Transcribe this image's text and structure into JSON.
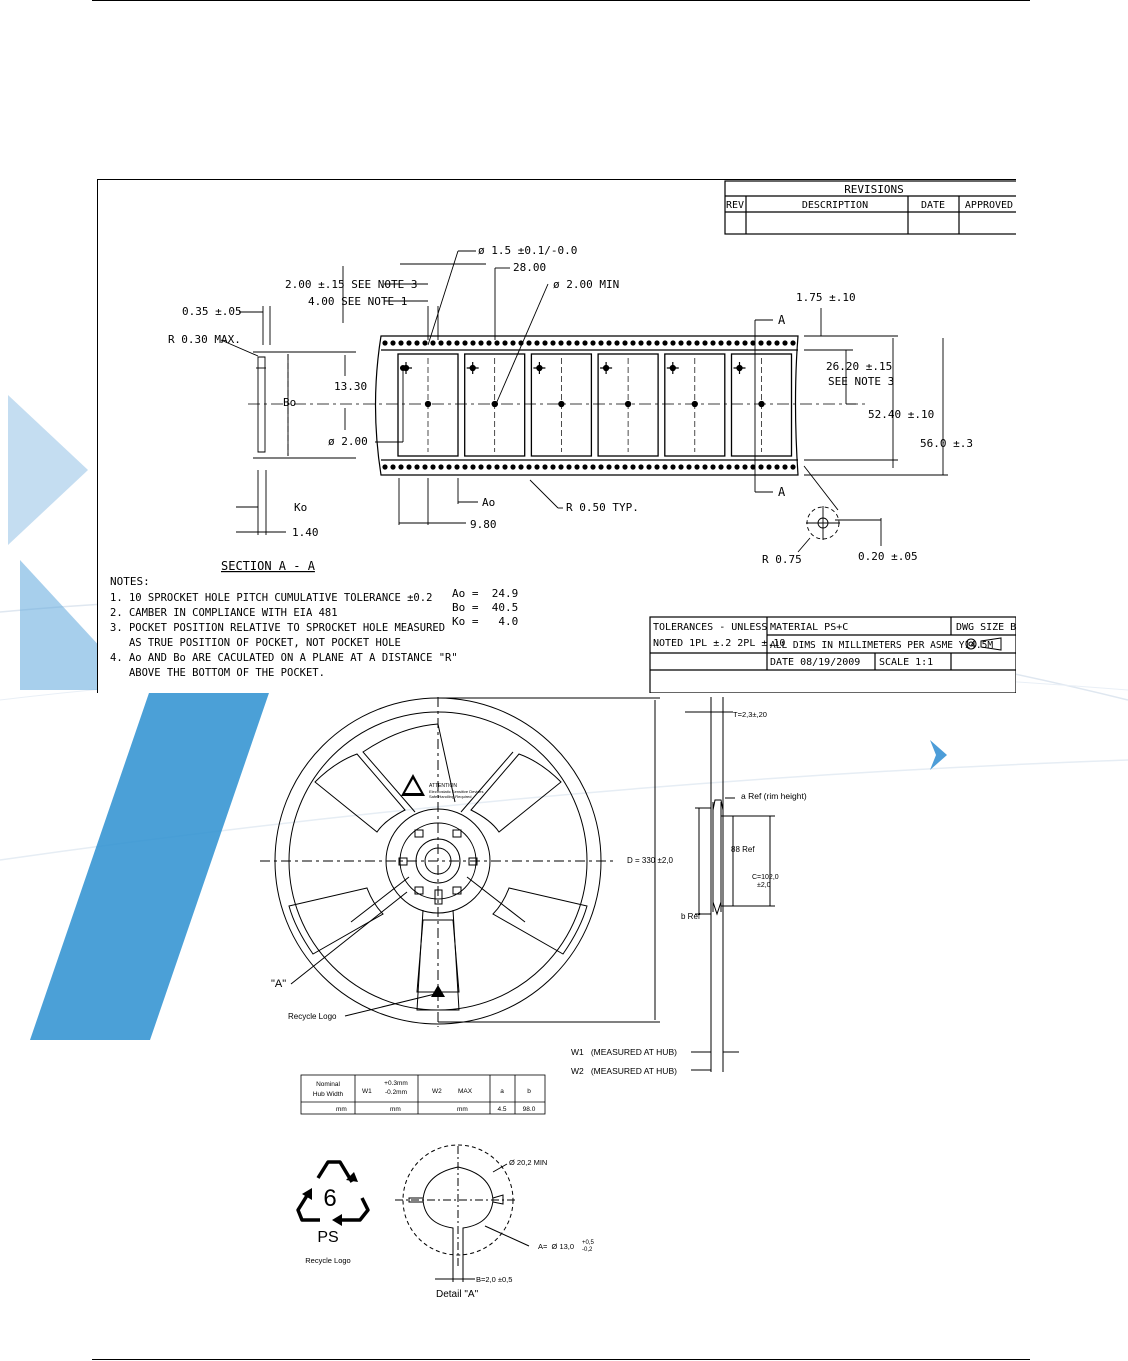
{
  "tape_drawing": {
    "revisions": {
      "title": "REVISIONS",
      "headers": [
        "REV",
        "DESCRIPTION",
        "DATE",
        "APPROVED"
      ]
    },
    "dimensions": {
      "hole_dia": "ø 1.5 ±0.1/-0.0",
      "pitch_28": "28.00",
      "hole_min": "ø 2.00 MIN",
      "d_2_00": "2.00 ±.15 SEE NOTE 3",
      "d_4_00": "4.00 SEE NOTE 1",
      "d_0_35": "0.35 ±.05",
      "r_0_30": "R 0.30 MAX.",
      "d_13_30": "13.30",
      "bo": "Bo",
      "d_dia2": "ø 2.00",
      "ko": "Ko",
      "d_1_40": "1.40",
      "ao": "Ao",
      "d_9_80": "9.80",
      "r_0_50": "R 0.50 TYP.",
      "d_1_75": "1.75 ±.10",
      "d_26_20": "26.20 ±.15",
      "see_note_3": "SEE NOTE 3",
      "d_52_40": "52.40 ±.10",
      "d_56_0": "56.0 ±.3",
      "a_top": "A",
      "a_bottom": "A",
      "r_0_75": "R 0.75",
      "d_0_20": "0.20 ±.05"
    },
    "section_title": "SECTION A - A",
    "notes_title": "NOTES:",
    "notes": [
      "1. 10 SPROCKET HOLE PITCH CUMULATIVE TOLERANCE ±0.2",
      "2. CAMBER IN COMPLIANCE WITH EIA 481",
      "3. POCKET POSITION RELATIVE TO SPROCKET HOLE MEASURED",
      "   AS TRUE POSITION OF POCKET, NOT POCKET HOLE",
      "4. Ao AND Bo ARE CACULATED ON A PLANE AT A DISTANCE \"R\"",
      "   ABOVE THE BOTTOM OF THE POCKET."
    ],
    "pocket_values": [
      "Ao =  24.9",
      "Bo =  40.5",
      "Ko =   4.0"
    ],
    "title_block": {
      "tol_1": "TOLERANCES - UNLESS",
      "tol_2": "NOTED 1PL ±.2  2PL ±.10",
      "material": "MATERIAL  PS+C",
      "dwg_size": "DWG SIZE B",
      "all_dims": "ALL DIMS IN MILLIMETERS PER ASME Y14.5M",
      "date": "DATE  08/19/2009",
      "scale": "SCALE  1:1"
    }
  },
  "reel_drawing": {
    "warning": [
      "ATTENTION",
      "Electrostatic Sensitive Devices",
      "Safe Handling Required"
    ],
    "label_a": "\"A\"",
    "recycle_logo_label": "Recycle Logo",
    "dim_d": "D = 330 ±2,0",
    "dim_t": "T=2,3±,20",
    "a_ref": "a Ref (rim height)",
    "ref_88": "88 Ref",
    "c_dim_1": "C=102,0",
    "c_dim_2": "±2,0",
    "b_ref": "b Ref",
    "w1": "W1   (MEASURED AT HUB)",
    "w2": "W2   (MEASURED AT HUB)"
  },
  "hub_table": {
    "headers": [
      "Nominal Hub Width",
      "W1",
      "+0.3mm -0.2mm",
      "W2",
      "MAX",
      "a",
      "b"
    ],
    "row": [
      "mm",
      "mm",
      "mm",
      "4.5",
      "98.0"
    ]
  },
  "recycle": {
    "number": "6",
    "material": "PS",
    "label": "Recycle Logo"
  },
  "detail": {
    "dia_min": "Ø 20,2 MIN",
    "a_dim": "A=  Ø 13,0",
    "a_tol_plus": "+0,5",
    "a_tol_minus": "-0,2",
    "b_dim": "B=2,0 ±0,5",
    "title": "Detail \"A\""
  },
  "colors": {
    "watermark": "#2b8fd0",
    "watermark_light": "#e6eef7",
    "ink": "#000000"
  }
}
